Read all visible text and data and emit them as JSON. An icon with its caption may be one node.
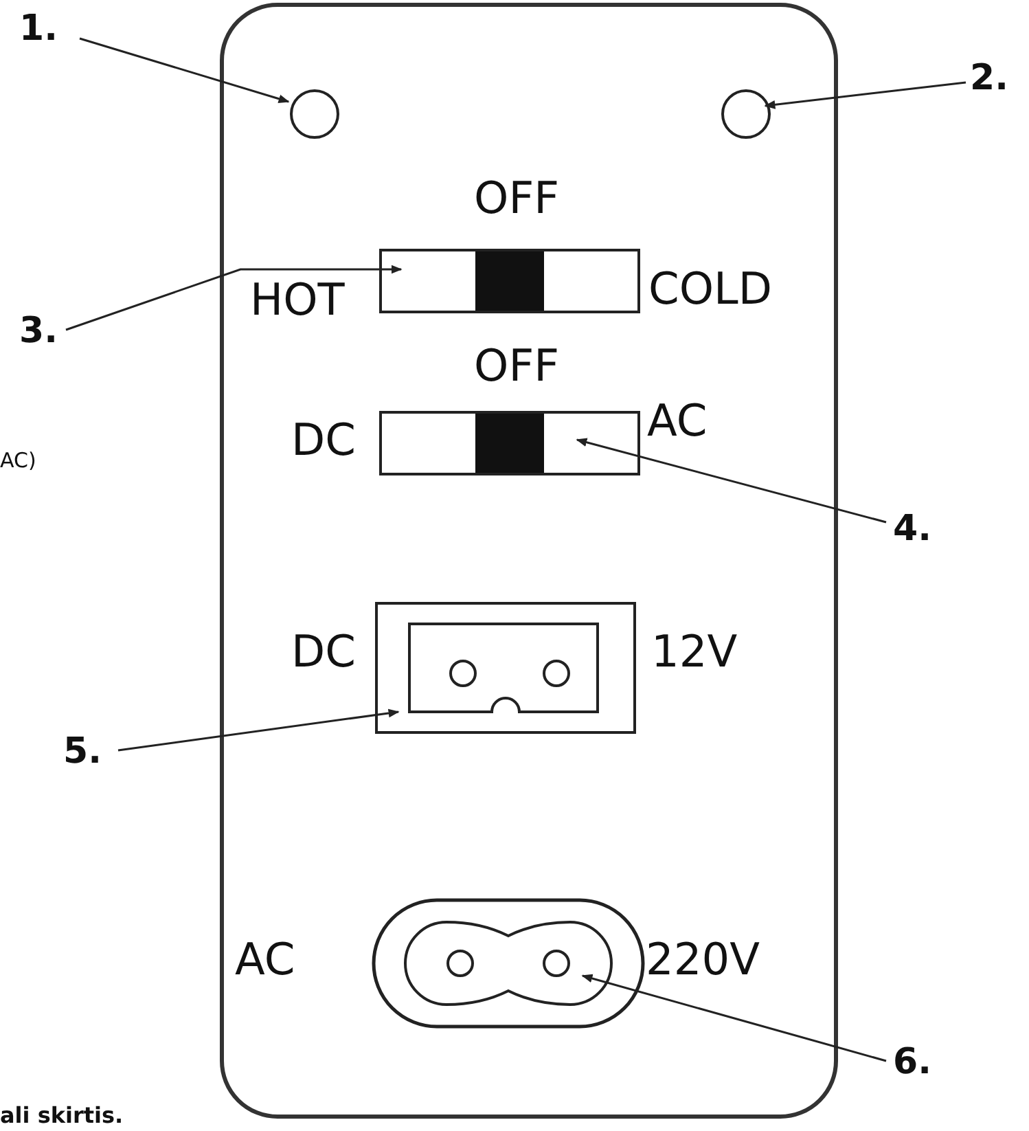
{
  "diagram": {
    "nodes": [
      {
        "text": [],
        "shape": "box"
      },
      {
        "text": [
          "1."
        ]
      },
      {
        "text": [],
        "shape": "circle",
        "in": 0
      },
      {
        "text": [
          "2."
        ]
      },
      {
        "text": [],
        "shape": "circle",
        "in": 0
      },
      {
        "text": [
          "3."
        ]
      },
      {
        "text": [],
        "shape": "box",
        "in": 0
      },
      {
        "text": [
          "4."
        ]
      },
      {
        "text": [],
        "shape": "box",
        "in": 0
      },
      {
        "text": [
          "5."
        ]
      },
      {
        "text": [],
        "shape": "box",
        "in": 0
      },
      {
        "text": [
          "6."
        ]
      },
      {
        "text": [],
        "shape": "oval",
        "in": 0
      }
    ],
    "edges": [
      {
        "from": 1,
        "to": 2,
        "arrow": "to"
      },
      {
        "from": 3,
        "to": 4,
        "arrow": "to"
      },
      {
        "from": 5,
        "to": 6,
        "arrow": "to"
      },
      {
        "from": 7,
        "to": 8,
        "arrow": "to"
      },
      {
        "from": 9,
        "to": 10,
        "arrow": "to"
      },
      {
        "from": 11,
        "to": 12,
        "arrow": "to"
      }
    ],
    "labels": [
      "OFF",
      "HOT",
      "COLD",
      "OFF",
      "DC",
      "AC",
      "AC)",
      "DC",
      "12V",
      "AC",
      "220V",
      "ali skirtis."
    ]
  }
}
